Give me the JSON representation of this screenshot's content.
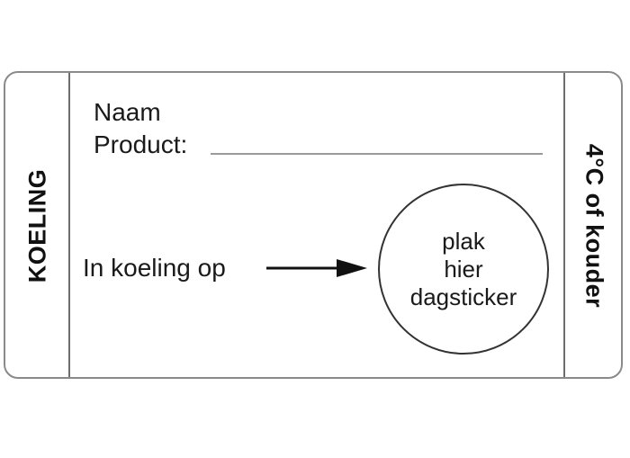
{
  "label": {
    "left_text": "KOELING",
    "right_text": "4°C of kouder",
    "name_line_1": "Naam",
    "name_line_2": "Product:",
    "instruction": "In koeling op",
    "sticker_circle": {
      "line_1": "plak",
      "line_2": "hier",
      "line_3": "dagsticker"
    }
  },
  "icons": {
    "arrow": "arrow-right-icon"
  },
  "colors": {
    "border": "#8a8a8a",
    "text": "#1a1a1a",
    "background": "#ffffff"
  }
}
